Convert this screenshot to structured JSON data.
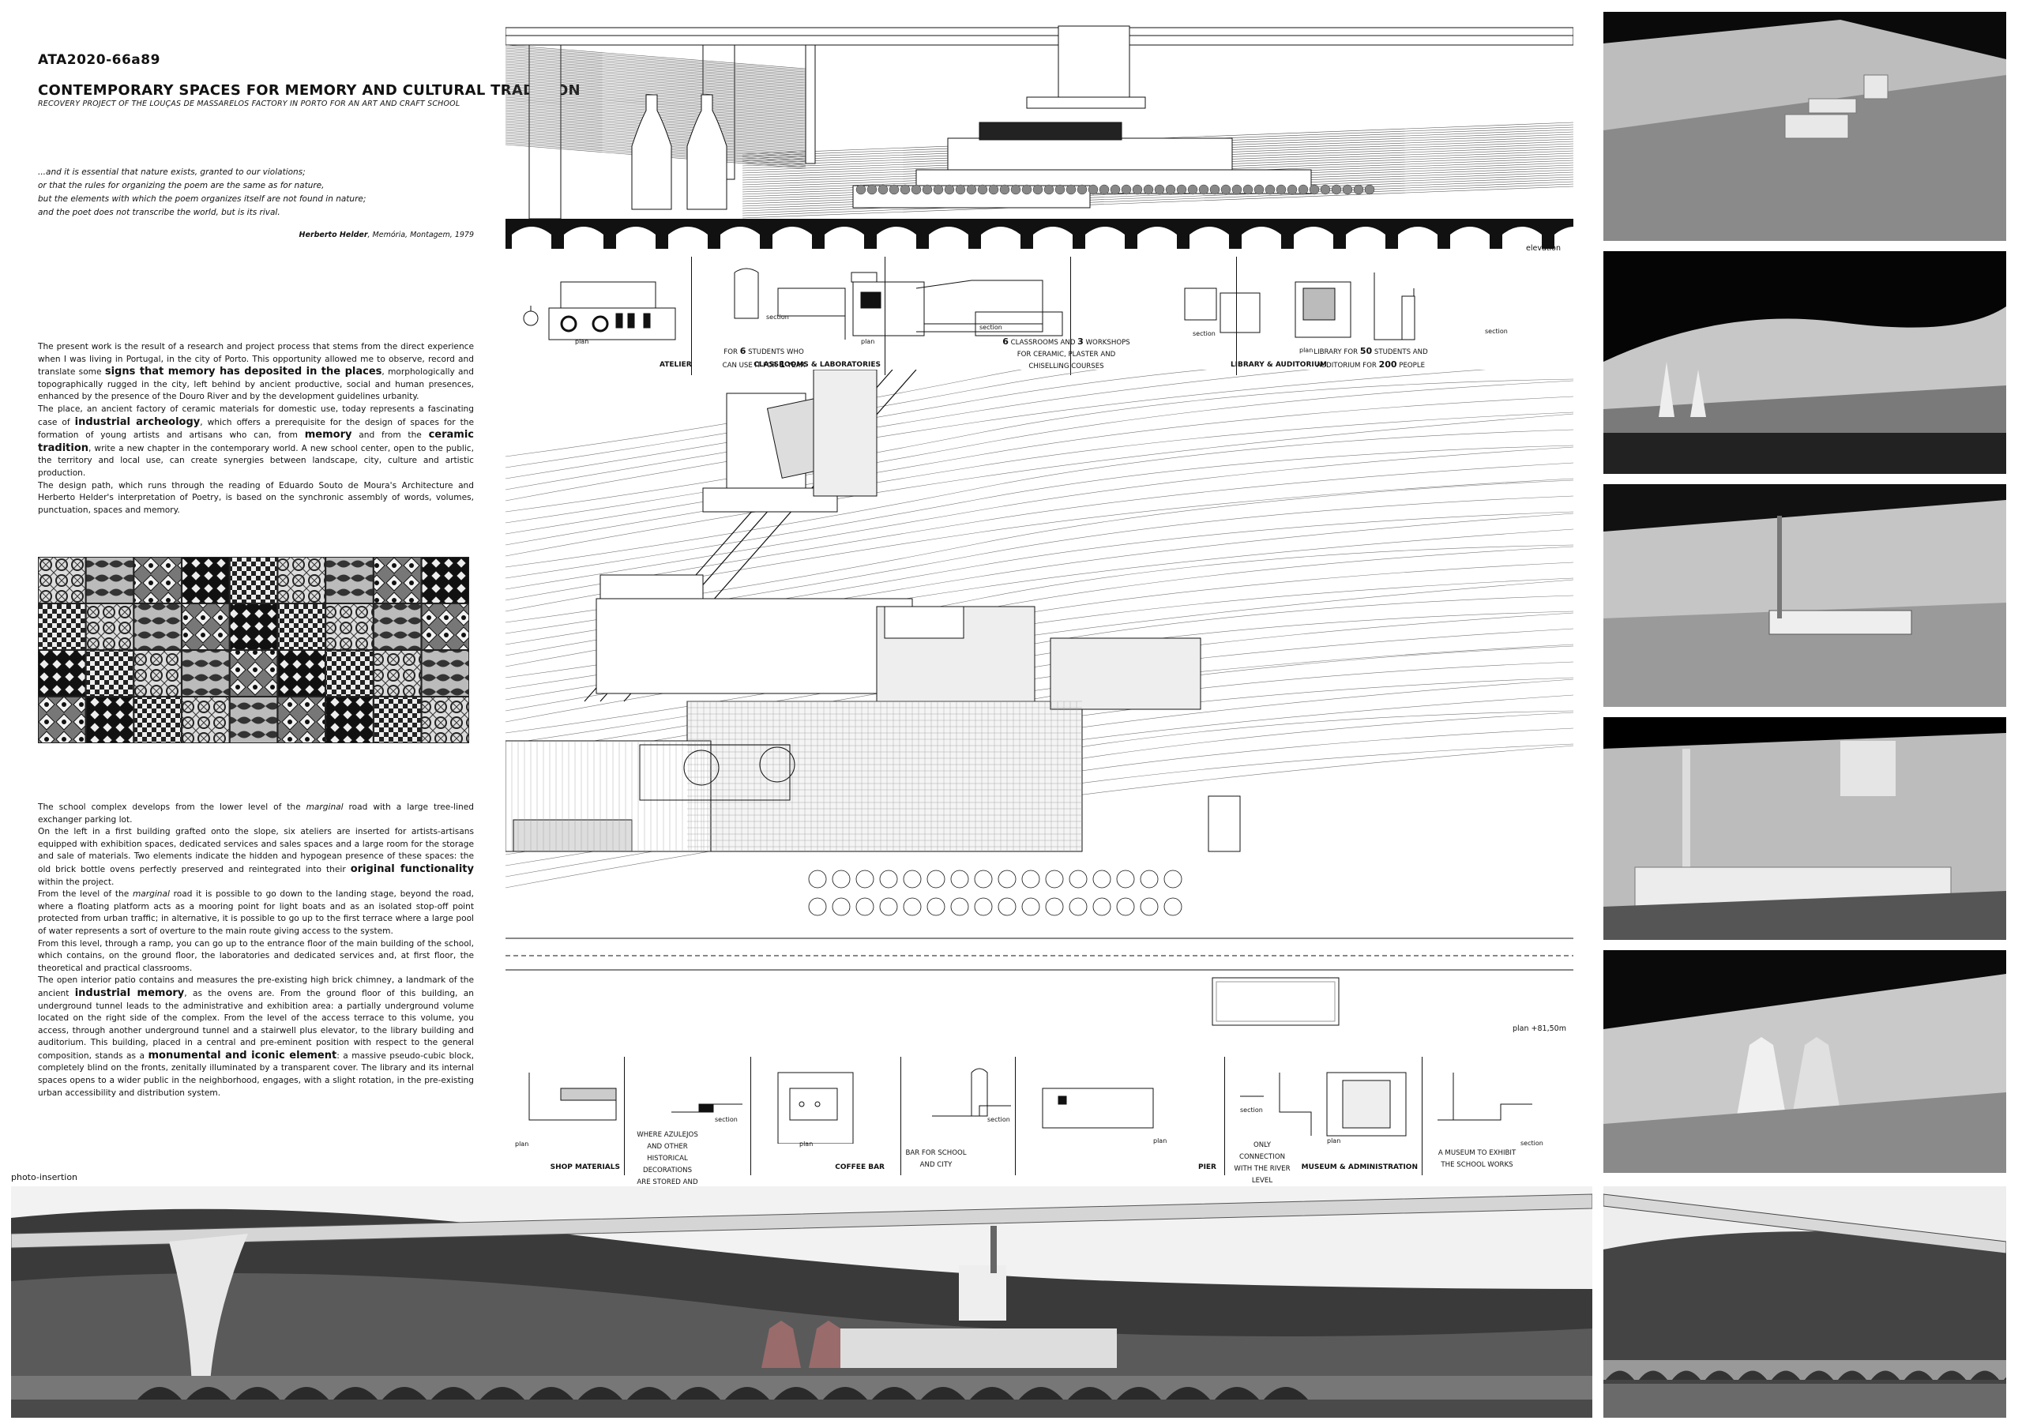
{
  "header": {
    "code": "ATA2020-66a89",
    "title": "CONTEMPORARY SPACES FOR MEMORY AND CULTURAL TRADITION",
    "subtitle": "RECOVERY PROJECT OF THE LOUÇAS DE MASSARELOS FACTORY IN PORTO FOR AN ART AND CRAFT SCHOOL"
  },
  "poem": {
    "lines": [
      "...and it is essential that nature exists, granted to our violations;",
      "or that the rules for organizing the poem are the same as for nature,",
      "but the elements with which the poem organizes itself are not found in nature;",
      "and the poet does not transcribe the world, but is its rival."
    ],
    "author": "Herberto Helder",
    "source": ", Memória, Montagem, 1979"
  },
  "intro": {
    "p1_a": "The present work is the result of a research and project process that stems from the direct experience when I was living in Portugal, in the city of Porto. This opportunity allowed me to observe, record and translate some ",
    "p1_b": "signs that memory has deposited in the places",
    "p1_c": ", morphologically and topographically rugged in the city, left behind by ancient productive, social and human presences, enhanced by the presence of the Douro River and by the development guidelines urbanity.",
    "p2_a": "The place, an ancient factory of ceramic materials for domestic use, today represents a fascinating case of ",
    "p2_b": "industrial archeology",
    "p2_c": ", which offers a prerequisite for the design of spaces for the formation of young artists and artisans who can, from ",
    "p2_d": "memory",
    "p2_e": " and from the ",
    "p2_f": "ceramic tradition",
    "p2_g": ", write a new chapter in the contemporary world. A new school center, open to the public, the territory and local use, can create synergies between landscape, city, culture and artistic production.",
    "p3": "The design path, which runs through the reading of Eduardo Souto de Moura's Architecture and Herberto Helder's interpretation of Poetry, is based on the synchronic assembly of words, volumes, punctuation, spaces and memory."
  },
  "description": {
    "p1_a": "The school complex develops from the lower level of the ",
    "p1_i": "marginal",
    "p1_b": " road with a large tree-lined exchanger parking lot.",
    "p2_a": "On the left in a first building grafted onto the slope, six ateliers are inserted for artists-artisans equipped with exhibition spaces, dedicated services and sales spaces and a large room for the storage and sale of materials. Two elements indicate the hidden and hypogean presence of these spaces: the old brick bottle ovens perfectly preserved and reintegrated into their ",
    "p2_b": "original functionality",
    "p2_c": " within the project.",
    "p3_a": "From the level of the ",
    "p3_i": "marginal",
    "p3_b": " road it is possible to go down to the landing stage, beyond the road, where a floating platform acts as a mooring point for light boats and as an isolated stop-off point protected from urban traffic; in alternative, it is possible to go up to the first terrace where a large pool of water represents a sort of overture to the main route giving access to the system.",
    "p4": "From this level, through a ramp, you can go up to the entrance floor of the main building of the school, which contains, on the ground floor, the laboratories and dedicated services and, at first floor, the theoretical and practical classrooms.",
    "p5_a": "The open interior patio contains and measures the pre-existing high brick chimney, a landmark of the ancient ",
    "p5_b": "industrial memory",
    "p5_c": ", as the ovens are. From the ground floor of this building, an underground tunnel leads to the administrative and exhibition area: a partially underground volume located on the right side of the complex. From the level of the access terrace to this volume, you access, through another underground tunnel and a stairwell plus elevator, to the library building and auditorium. This building, placed in a central and pre-eminent position with respect to the general composition, stands as a ",
    "p5_d": "monumental and iconic element",
    "p5_e": ": a massive pseudo-cubic block, completely blind on the fronts, zenitally illuminated by a transparent cover. The library and its internal spaces opens to a wider public in the neighborhood, engages, with a slight rotation, in the pre-existing urban accessibility and distribution system."
  },
  "labels": {
    "elevation": "elevation",
    "plan_level": "plan +81,50m",
    "photo_insertion": "photo-insertion",
    "plan": "plan",
    "section": "section"
  },
  "top_programs": {
    "atelier": "ATELIER",
    "atelier_desc_1": "FOR ",
    "atelier_desc_n1": "6",
    "atelier_desc_2": " STUDENTS WHO CAN USE IT FOR ",
    "atelier_desc_n2": "1",
    "atelier_desc_3": " YEAR",
    "classrooms": "CLASSROOMS & LABORATORIES",
    "classrooms_desc_n1": "6",
    "classrooms_desc_1": " CLASSROOMS AND ",
    "classrooms_desc_n2": "3",
    "classrooms_desc_2": " WORKSHOPS FOR CERAMIC, PLASTER AND CHISELLING COURSES",
    "library": "LIBRARY & AUDITORIUM",
    "library_desc_1": "LIBRARY FOR ",
    "library_desc_n1": "50",
    "library_desc_2": " STUDENTS AND AUDITORIUM FOR ",
    "library_desc_n2": "200",
    "library_desc_3": " PEOPLE"
  },
  "bottom_programs": {
    "shop": "SHOP MATERIALS",
    "shop_desc": "WHERE AZULEJOS AND OTHER HISTORICAL DECORATIONS ARE STORED AND SOLD",
    "coffee": "COFFEE BAR",
    "coffee_desc": "BAR FOR SCHOOL AND CITY",
    "pier": "PIER",
    "pier_desc": "ONLY CONNECTION WITH THE RIVER LEVEL",
    "museum": "MUSEUM & ADMINISTRATION",
    "museum_desc": "A MUSEUM TO EXHIBIT THE SCHOOL WORKS"
  }
}
